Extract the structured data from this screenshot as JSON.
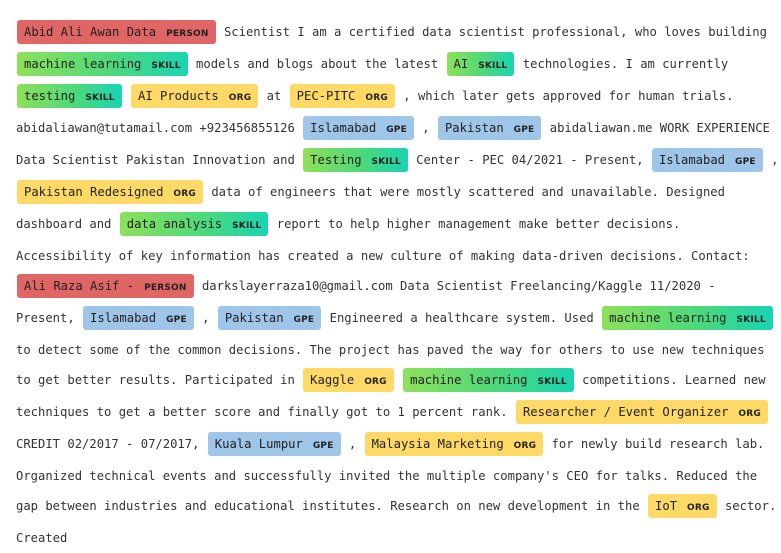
{
  "segments": [
    {
      "ent": true,
      "text": "Abid Ali Awan Data",
      "label": "PERSON"
    },
    {
      "ent": false,
      "text": " Scientist I am a certified data scientist professional, who loves building "
    },
    {
      "ent": true,
      "text": "machine learning",
      "label": "SKILL"
    },
    {
      "ent": false,
      "text": " models and blogs about the latest "
    },
    {
      "ent": true,
      "text": "AI",
      "label": "SKILL"
    },
    {
      "ent": false,
      "text": " technologies. I am currently "
    },
    {
      "ent": true,
      "text": "testing",
      "label": "SKILL"
    },
    {
      "ent": false,
      "text": " "
    },
    {
      "ent": true,
      "text": "AI Products",
      "label": "ORG"
    },
    {
      "ent": false,
      "text": " at "
    },
    {
      "ent": true,
      "text": "PEC-PITC",
      "label": "ORG"
    },
    {
      "ent": false,
      "text": " , which later gets approved for human trials. abidaliawan@tutamail.com +923456855126 "
    },
    {
      "ent": true,
      "text": "Islamabad",
      "label": "GPE"
    },
    {
      "ent": false,
      "text": " , "
    },
    {
      "ent": true,
      "text": "Pakistan",
      "label": "GPE"
    },
    {
      "ent": false,
      "text": " abidaliawan.me WORK EXPERIENCE Data Scientist Pakistan Innovation and "
    },
    {
      "ent": true,
      "text": "Testing",
      "label": "SKILL"
    },
    {
      "ent": false,
      "text": " Center - PEC 04/2021 - Present, "
    },
    {
      "ent": true,
      "text": "Islamabad",
      "label": "GPE"
    },
    {
      "ent": false,
      "text": " , "
    },
    {
      "ent": true,
      "text": "Pakistan Redesigned",
      "label": "ORG"
    },
    {
      "ent": false,
      "text": " data of engineers that were mostly scattered and unavailable. Designed dashboard and "
    },
    {
      "ent": true,
      "text": "data analysis",
      "label": "SKILL"
    },
    {
      "ent": false,
      "text": " report to help higher management make better decisions. Accessibility of key information has created a new culture of making data-driven decisions. Contact: "
    },
    {
      "ent": true,
      "text": "Ali Raza Asif -",
      "label": "PERSON"
    },
    {
      "ent": false,
      "text": " darkslayerraza10@gmail.com Data Scientist Freelancing/Kaggle 11/2020 - Present, "
    },
    {
      "ent": true,
      "text": "Islamabad",
      "label": "GPE"
    },
    {
      "ent": false,
      "text": " , "
    },
    {
      "ent": true,
      "text": "Pakistan",
      "label": "GPE"
    },
    {
      "ent": false,
      "text": " Engineered a healthcare system. Used "
    },
    {
      "ent": true,
      "text": "machine learning",
      "label": "SKILL"
    },
    {
      "ent": false,
      "text": " to detect some of the common decisions. The project has paved the way for others to use new techniques to get better results. Participated in "
    },
    {
      "ent": true,
      "text": "Kaggle",
      "label": "ORG"
    },
    {
      "ent": false,
      "text": " "
    },
    {
      "ent": true,
      "text": "machine learning",
      "label": "SKILL"
    },
    {
      "ent": false,
      "text": " competitions. Learned new techniques to get a better score and finally got to 1 percent rank. "
    },
    {
      "ent": true,
      "text": "Researcher / Event Organizer",
      "label": "ORG"
    },
    {
      "ent": false,
      "text": " CREDIT 02/2017 - 07/2017, "
    },
    {
      "ent": true,
      "text": "Kuala Lumpur",
      "label": "GPE"
    },
    {
      "ent": false,
      "text": " , "
    },
    {
      "ent": true,
      "text": "Malaysia Marketing",
      "label": "ORG"
    },
    {
      "ent": false,
      "text": " for newly build research lab. Organized technical events and successfully invited the multiple company's CEO for talks. Reduced the gap between industries and educational institutes. Research on new development in the "
    },
    {
      "ent": true,
      "text": "IoT",
      "label": "ORG"
    },
    {
      "ent": false,
      "text": " sector. Created"
    }
  ]
}
